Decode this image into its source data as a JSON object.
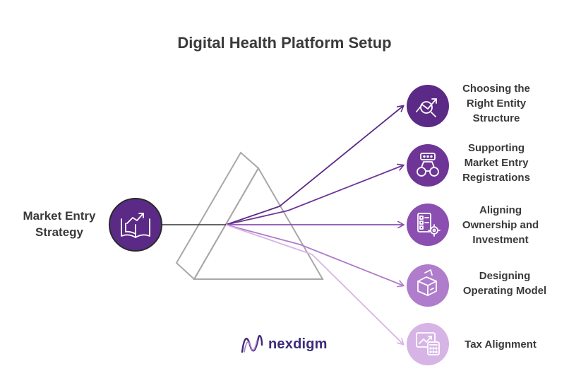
{
  "title": "Digital Health Platform Setup",
  "input": {
    "label_lines": [
      "Market Entry",
      "Strategy"
    ],
    "icon": "open-book-growth-icon",
    "color": "#5b2a86"
  },
  "outputs": [
    {
      "label_lines": [
        "Choosing the",
        "Right Entity",
        "Structure"
      ],
      "icon": "chart-search-icon",
      "color": "#5b2a86"
    },
    {
      "label_lines": [
        "Supporting",
        "Market Entry",
        "Registrations"
      ],
      "icon": "binoculars-icon",
      "color": "#6e3597"
    },
    {
      "label_lines": [
        "Aligning",
        "Ownership and",
        "Investment"
      ],
      "icon": "checklist-gear-icon",
      "color": "#8a4fb0"
    },
    {
      "label_lines": [
        "Designing",
        "Operating Model"
      ],
      "icon": "box-icon",
      "color": "#b07ccc"
    },
    {
      "label_lines": [
        "Tax Alignment"
      ],
      "icon": "calculator-chart-icon",
      "color": "#d7b4e6"
    }
  ],
  "brand": {
    "name": "nexdigm",
    "color": "#3d2a7a"
  }
}
